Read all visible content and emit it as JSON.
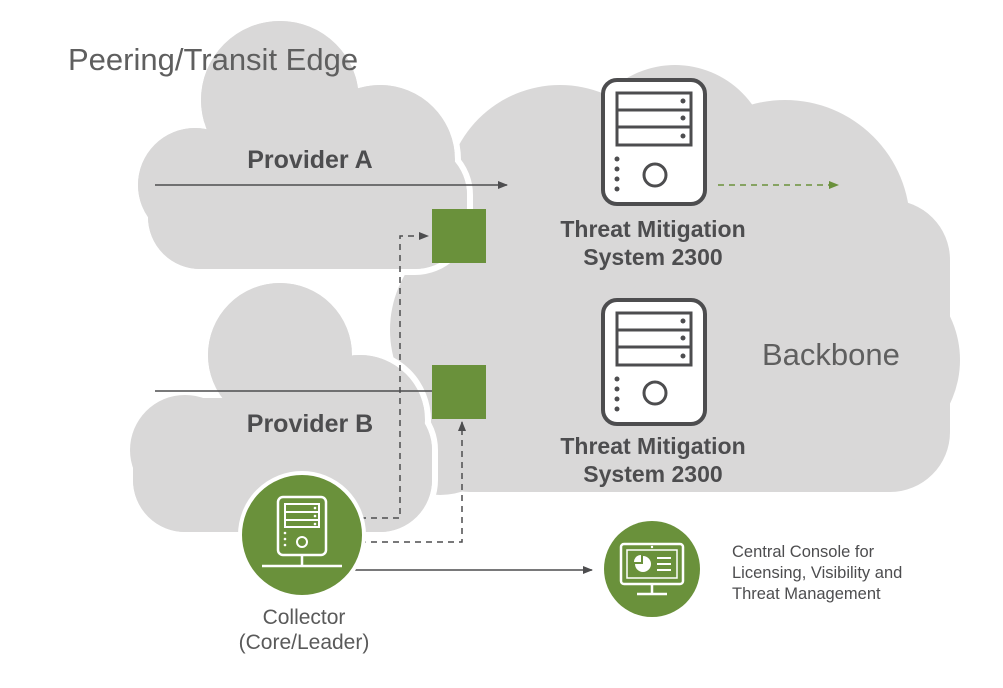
{
  "edge_title": "Peering/Transit Edge",
  "backbone_label": "Backbone",
  "providers": [
    {
      "name": "Provider A"
    },
    {
      "name": "Provider B"
    }
  ],
  "tms": [
    {
      "line1": "Threat Mitigation",
      "line2": "System 2300"
    },
    {
      "line1": "Threat Mitigation",
      "line2": "System 2300"
    }
  ],
  "collector": {
    "line1": "Collector",
    "line2": "(Core/Leader)"
  },
  "console": {
    "lines": [
      "Central Console for",
      "Licensing, Visibility and",
      "Threat Management"
    ]
  },
  "colors": {
    "cloud": "#d9d8d8",
    "green": "#6a913b",
    "dark_line": "#4d4d4f",
    "device_stroke": "#4d4d4f",
    "text": "#4d4d4f"
  },
  "icons": [
    "server-icon",
    "collector-server-icon",
    "monitor-icon",
    "pie-chart-icon"
  ]
}
